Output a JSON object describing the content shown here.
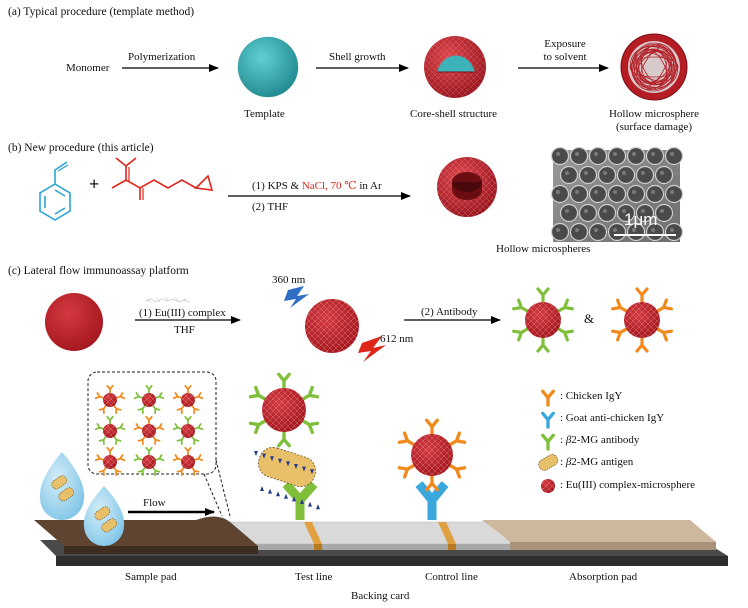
{
  "panel_a": {
    "header": "(a) Typical procedure (template method)",
    "monomer": "Monomer",
    "polymerization": "Polymerization",
    "shell_growth": "Shell growth",
    "exposure_line1": "Exposure",
    "exposure_line2": "to solvent",
    "template": "Template",
    "core_shell": "Core-shell structure",
    "hollow_line1": "Hollow microsphere",
    "hollow_line2": "(surface damage)"
  },
  "panel_b": {
    "header": "(b) New procedure (this article)",
    "plus": "+",
    "cond1_prefix": "(1) KPS &",
    "cond1_red": "NaCl, 70 ℃",
    "cond1_suffix": "in Ar",
    "cond2": "(2) THF",
    "hollow_microspheres": "Hollow microspheres",
    "scale_bar": "1μm"
  },
  "panel_c": {
    "header": "(c) Lateral flow immunoassay platform",
    "step1_line1": "(1) Eu(III) complex",
    "step1_line2": "THF",
    "nm360": "360 nm",
    "nm612": "612 nm",
    "step2": "(2) Antibody",
    "amp": "&"
  },
  "legend": {
    "chicken_igy": ": Chicken IgY",
    "goat_igy": ": Goat anti-chicken IgY",
    "b2mg_antibody_prefix": ": ",
    "b2mg_antibody_beta": "β",
    "b2mg_antibody_rest": "2-MG antibody",
    "b2mg_antigen_prefix": ": ",
    "b2mg_antigen_beta": "β",
    "b2mg_antigen_rest": "2-MG antigen",
    "microsphere": ": Eu(III) complex-microsphere"
  },
  "strip": {
    "flow": "Flow",
    "sample_pad": "Sample pad",
    "test_line": "Test line",
    "control_line": "Control line",
    "absorption_pad": "Absorption pad",
    "backing_card": "Backing card"
  },
  "colors": {
    "template_teal": "#3bb3b8",
    "shell_red": "#c0242c",
    "chem_blue": "#2aa3d6",
    "chem_red": "#e0251b",
    "chicken_igy_orange": "#f08a1c",
    "goat_igy_blue": "#3aa7dd",
    "b2mg_antibody_green": "#7fbf3a",
    "antigen_tan": "#e8c06a",
    "sample_pad_brown": "#5e4431",
    "absorption_pad_tan": "#cdb89e",
    "membrane_grey": "#c8c8c8"
  }
}
